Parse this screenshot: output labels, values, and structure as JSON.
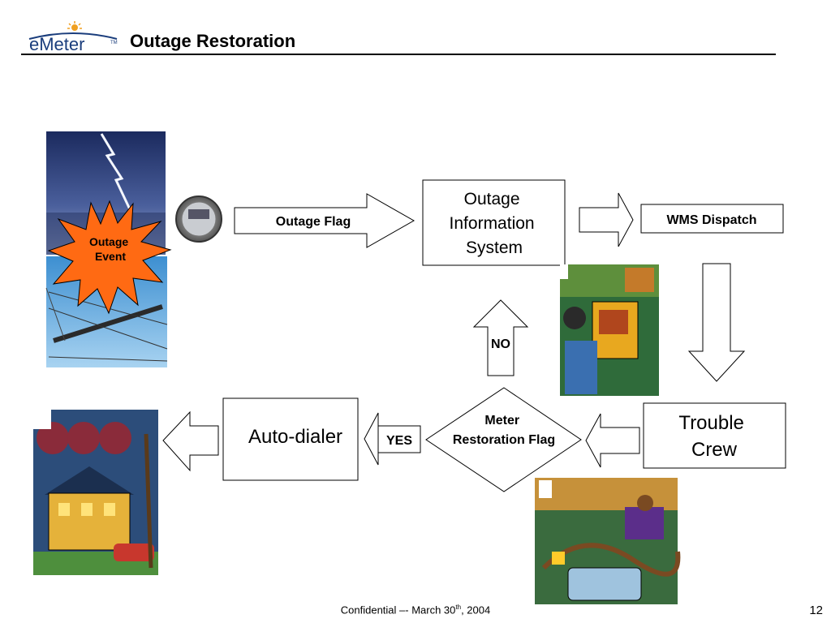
{
  "header": {
    "logo_text": "eMeter",
    "logo_tm": "TM",
    "title": "Outage Restoration"
  },
  "diagram": {
    "outage_event": "Outage\nEvent",
    "outage_flag": "Outage Flag",
    "ois": "Outage\nInformation\nSystem",
    "wms_dispatch": "WMS Dispatch",
    "trouble_crew": "Trouble\nCrew",
    "decision": "Meter\nRestoration Flag",
    "no_label": "NO",
    "yes_label": "YES",
    "auto_dialer": "Auto-dialer"
  },
  "images": {
    "storm": "storm-photo",
    "meter": "meter-photo",
    "utility_worker": "utility-worker-illustration",
    "trouble_crew": "trouble-crew-illustration",
    "house": "house-illustration"
  },
  "footer": {
    "confidential_prefix": "Confidential –- March 30",
    "confidential_sup": "th",
    "confidential_suffix": ", 2004",
    "page_number": "12"
  },
  "colors": {
    "starburst": "#ff6a13",
    "title_rule": "#000000"
  }
}
